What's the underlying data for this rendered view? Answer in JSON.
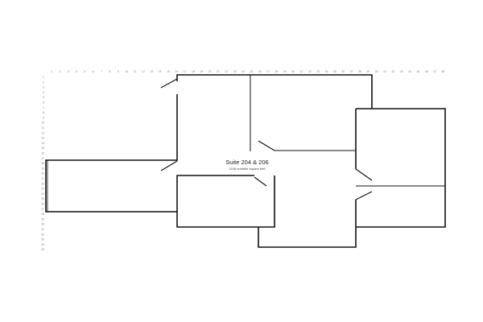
{
  "suite": {
    "title": "Suite 204 & 206",
    "subtitle": "1158 rentable square feet"
  },
  "rulers": {
    "top_count": 48,
    "left_count": 35
  },
  "colors": {
    "wall": "#111111",
    "ruler_text": "#888888"
  }
}
